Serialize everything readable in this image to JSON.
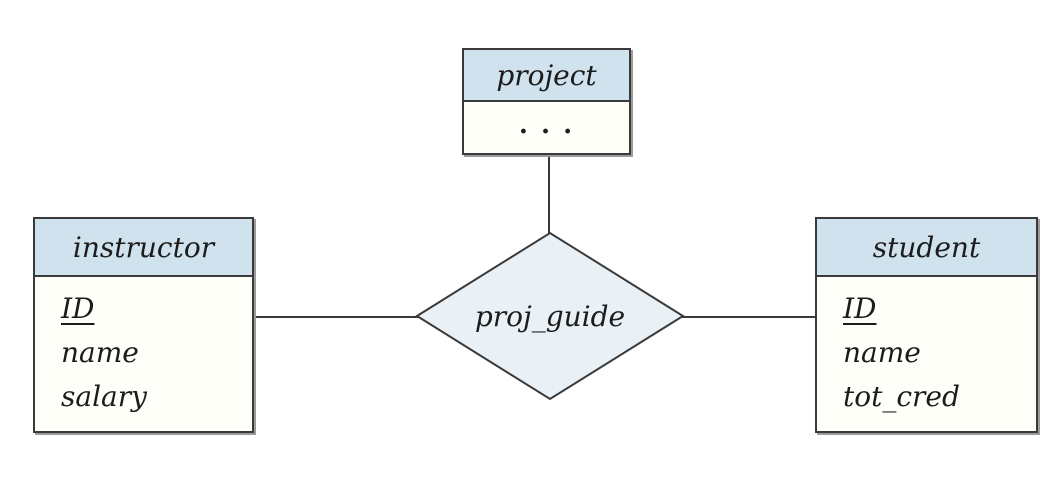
{
  "diagram": {
    "type": "er-diagram",
    "entities": {
      "project": {
        "name": "project",
        "attributes": {
          "ellipsis": ". . ."
        }
      },
      "instructor": {
        "name": "instructor",
        "attributes": {
          "key": "ID",
          "a1": "name",
          "a2": "salary"
        }
      },
      "student": {
        "name": "student",
        "attributes": {
          "key": "ID",
          "a1": "name",
          "a2": "tot_cred"
        }
      }
    },
    "relationship": {
      "label": "proj_guide",
      "shape": "diamond"
    },
    "colors": {
      "header_fill": "#cfe2ee",
      "body_fill": "#fffffa",
      "diamond_fill": "#e9f1f6",
      "border": "#3a3a3a",
      "text": "#1c1c1c",
      "page_bg": "#ffffff"
    }
  }
}
